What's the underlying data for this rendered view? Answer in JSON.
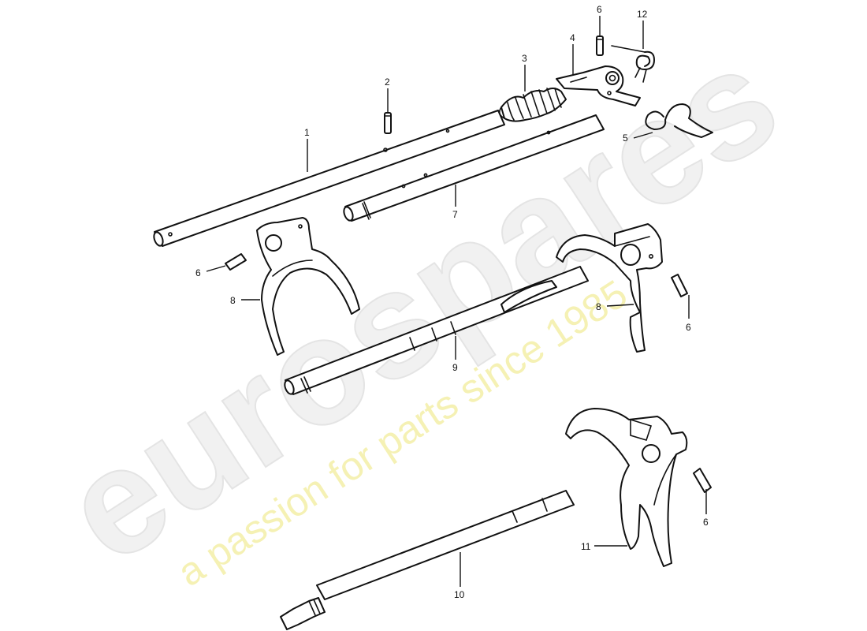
{
  "watermark": {
    "logo": "eurospares",
    "tagline": "a passion for parts since 1985"
  },
  "callouts": {
    "c1": "1",
    "c2": "2",
    "c3": "3",
    "c4": "4",
    "c5": "5",
    "c6a": "6",
    "c6b": "6",
    "c6c": "6",
    "c6d": "6",
    "c7": "7",
    "c8a": "8",
    "c8b": "8",
    "c9": "9",
    "c10": "10",
    "c11": "11",
    "c12": "12"
  }
}
